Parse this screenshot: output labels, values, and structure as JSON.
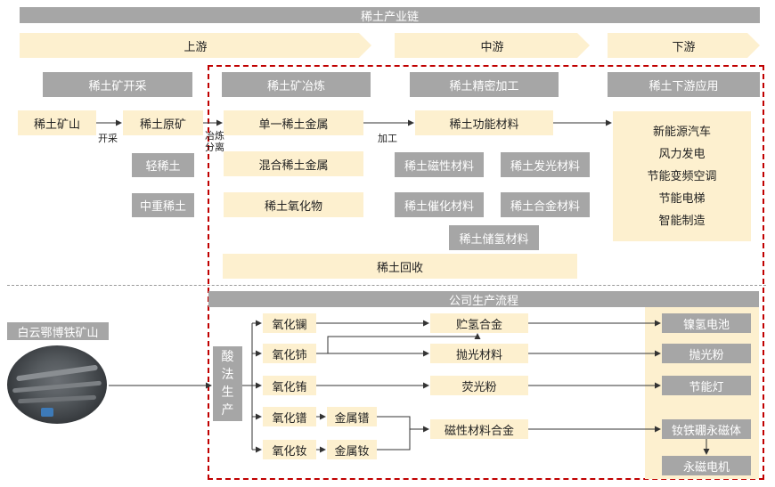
{
  "title": "稀土产业链",
  "stages": {
    "up": "上游",
    "mid": "中游",
    "down": "下游"
  },
  "headers": {
    "mining": "稀土矿开采",
    "smelting": "稀土矿冶炼",
    "finishing": "稀土精密加工",
    "app": "稀土下游应用"
  },
  "mine": "稀土矿山",
  "ore": "稀土原矿",
  "edge_mining": "开采",
  "edge_smelt": [
    "冶炼",
    "分离"
  ],
  "edge_process": "加工",
  "light": "轻稀土",
  "heavy": "中重稀土",
  "smelt_products": [
    "单一稀土金属",
    "混合稀土金属",
    "稀土氧化物"
  ],
  "func_material": "稀土功能材料",
  "materials": [
    "稀土磁性材料",
    "稀土发光材料",
    "稀土催化材料",
    "稀土合金材料",
    "稀土储氢材料"
  ],
  "recycle": "稀土回收",
  "applications": [
    "新能源汽车",
    "风力发电",
    "节能变频空调",
    "节能电梯",
    "智能制造"
  ],
  "company_title": "公司生产流程",
  "company_mine": "白云鄂博铁矿山",
  "acid": [
    "酸",
    "法",
    "生",
    "产"
  ],
  "oxides": [
    "氧化镧",
    "氧化铈",
    "氧化铕",
    "氧化镨",
    "氧化钕"
  ],
  "metals": [
    "金属镨",
    "金属钕"
  ],
  "company_materials": [
    "贮氢合金",
    "抛光材料",
    "荧光粉",
    "磁性材料合金"
  ],
  "company_products": [
    "镍氢电池",
    "抛光粉",
    "节能灯",
    "钕铁硼永磁体",
    "永磁电机"
  ],
  "colors": {
    "gray": "#a6a6a6",
    "cream": "#fdf0cf",
    "dash": "#c00000"
  }
}
